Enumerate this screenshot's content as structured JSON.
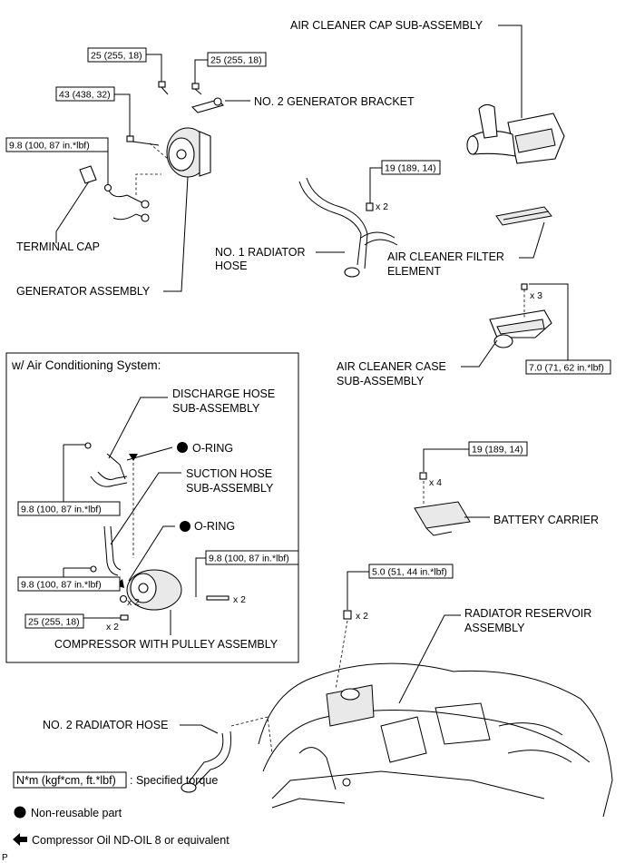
{
  "labels": {
    "air_cleaner_cap": "AIR CLEANER CAP SUB-ASSEMBLY",
    "no2_generator_bracket": "NO. 2 GENERATOR BRACKET",
    "terminal_cap": "TERMINAL CAP",
    "generator_assembly": "GENERATOR ASSEMBLY",
    "no1_radiator_hose_l1": "NO. 1 RADIATOR",
    "no1_radiator_hose_l2": "HOSE",
    "air_cleaner_filter_l1": "AIR CLEANER FILTER",
    "air_cleaner_filter_l2": "ELEMENT",
    "air_cleaner_case_l1": "AIR CLEANER CASE",
    "air_cleaner_case_l2": "SUB-ASSEMBLY",
    "ac_system_title": "w/ Air Conditioning System:",
    "discharge_hose_l1": "DISCHARGE HOSE",
    "discharge_hose_l2": "SUB-ASSEMBLY",
    "o_ring_1": "O-RING",
    "suction_hose_l1": "SUCTION HOSE",
    "suction_hose_l2": "SUB-ASSEMBLY",
    "o_ring_2": "O-RING",
    "compressor": "COMPRESSOR WITH PULLEY ASSEMBLY",
    "battery_carrier": "BATTERY CARRIER",
    "radiator_reservoir_l1": "RADIATOR RESERVOIR",
    "radiator_reservoir_l2": "ASSEMBLY",
    "no2_radiator_hose": "NO. 2 RADIATOR HOSE",
    "page_marker": "P"
  },
  "torques": {
    "t_25_a": "25 (255, 18)",
    "t_25_b": "25 (255, 18)",
    "t_43": "43 (438, 32)",
    "t_98_gen": "9.8 (100, 87 in.*lbf)",
    "t_19_hose": "19 (189, 14)",
    "t_70_case": "7.0 (71, 62 in.*lbf)",
    "t_98_discharge": "9.8 (100, 87 in.*lbf)",
    "t_98_suction": "9.8 (100, 87 in.*lbf)",
    "t_98_stud": "9.8 (100, 87 in.*lbf)",
    "t_25_comp": "25 (255, 18)",
    "t_19_battery": "19 (189, 14)",
    "t_50_reservoir": "5.0 (51, 44 in.*lbf)"
  },
  "quantities": {
    "q_hose_bolts": "x 2",
    "q_case_bolts": "x 3",
    "q_stud": "x 2",
    "q_comp_nut": "x 2",
    "q_comp_bolt": "x 2",
    "q_battery_bolts": "x 4",
    "q_reservoir_bolts": "x 2"
  },
  "legend": {
    "torque_unit_box": "N*m (kgf*cm, ft.*lbf)",
    "torque_desc": ": Specified torque",
    "nonreusable": "Non-reusable part",
    "oil": "Compressor Oil ND-OIL 8 or equivalent"
  }
}
